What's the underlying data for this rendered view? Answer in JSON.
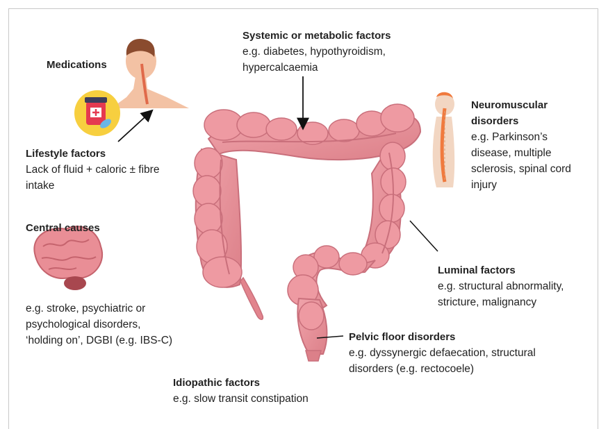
{
  "systemic": {
    "heading": "Systemic or metabolic factors",
    "lines": [
      "e.g. diabetes, hypothyroidism,",
      "hypercalcaemia"
    ]
  },
  "medications": {
    "heading": "Medications"
  },
  "neuromuscular": {
    "heading_lines": [
      "Neuromuscular",
      "disorders"
    ],
    "lines": [
      "e.g. Parkinson’s",
      "disease, multiple",
      "sclerosis, spinal cord",
      "injury"
    ]
  },
  "lifestyle": {
    "heading": "Lifestyle factors",
    "lines": [
      "Lack of fluid + caloric ± fibre",
      "intake"
    ]
  },
  "central": {
    "heading": "Central causes",
    "lines": [
      "e.g. stroke, psychiatric or",
      "psychological disorders,",
      "‘holding on’, DGBI (e.g. IBS-C)"
    ]
  },
  "luminal": {
    "heading": "Luminal factors",
    "lines": [
      "e.g. structural abnormality,",
      "stricture, malignancy"
    ]
  },
  "pelvic": {
    "heading": "Pelvic floor disorders",
    "lines": [
      "e.g. dyssynergic defaecation, structural",
      "disorders (e.g. rectocoele)"
    ]
  },
  "idiopathic": {
    "heading": "Idiopathic factors",
    "lines": [
      "e.g. slow transit constipation"
    ]
  },
  "colors": {
    "colon": "#e8929b",
    "colon_dark": "#c96f7b",
    "skin": "#f3c2a4",
    "brain": "#e98e96",
    "pill_circle": "#f7cf3f",
    "arrow": "#111111"
  }
}
